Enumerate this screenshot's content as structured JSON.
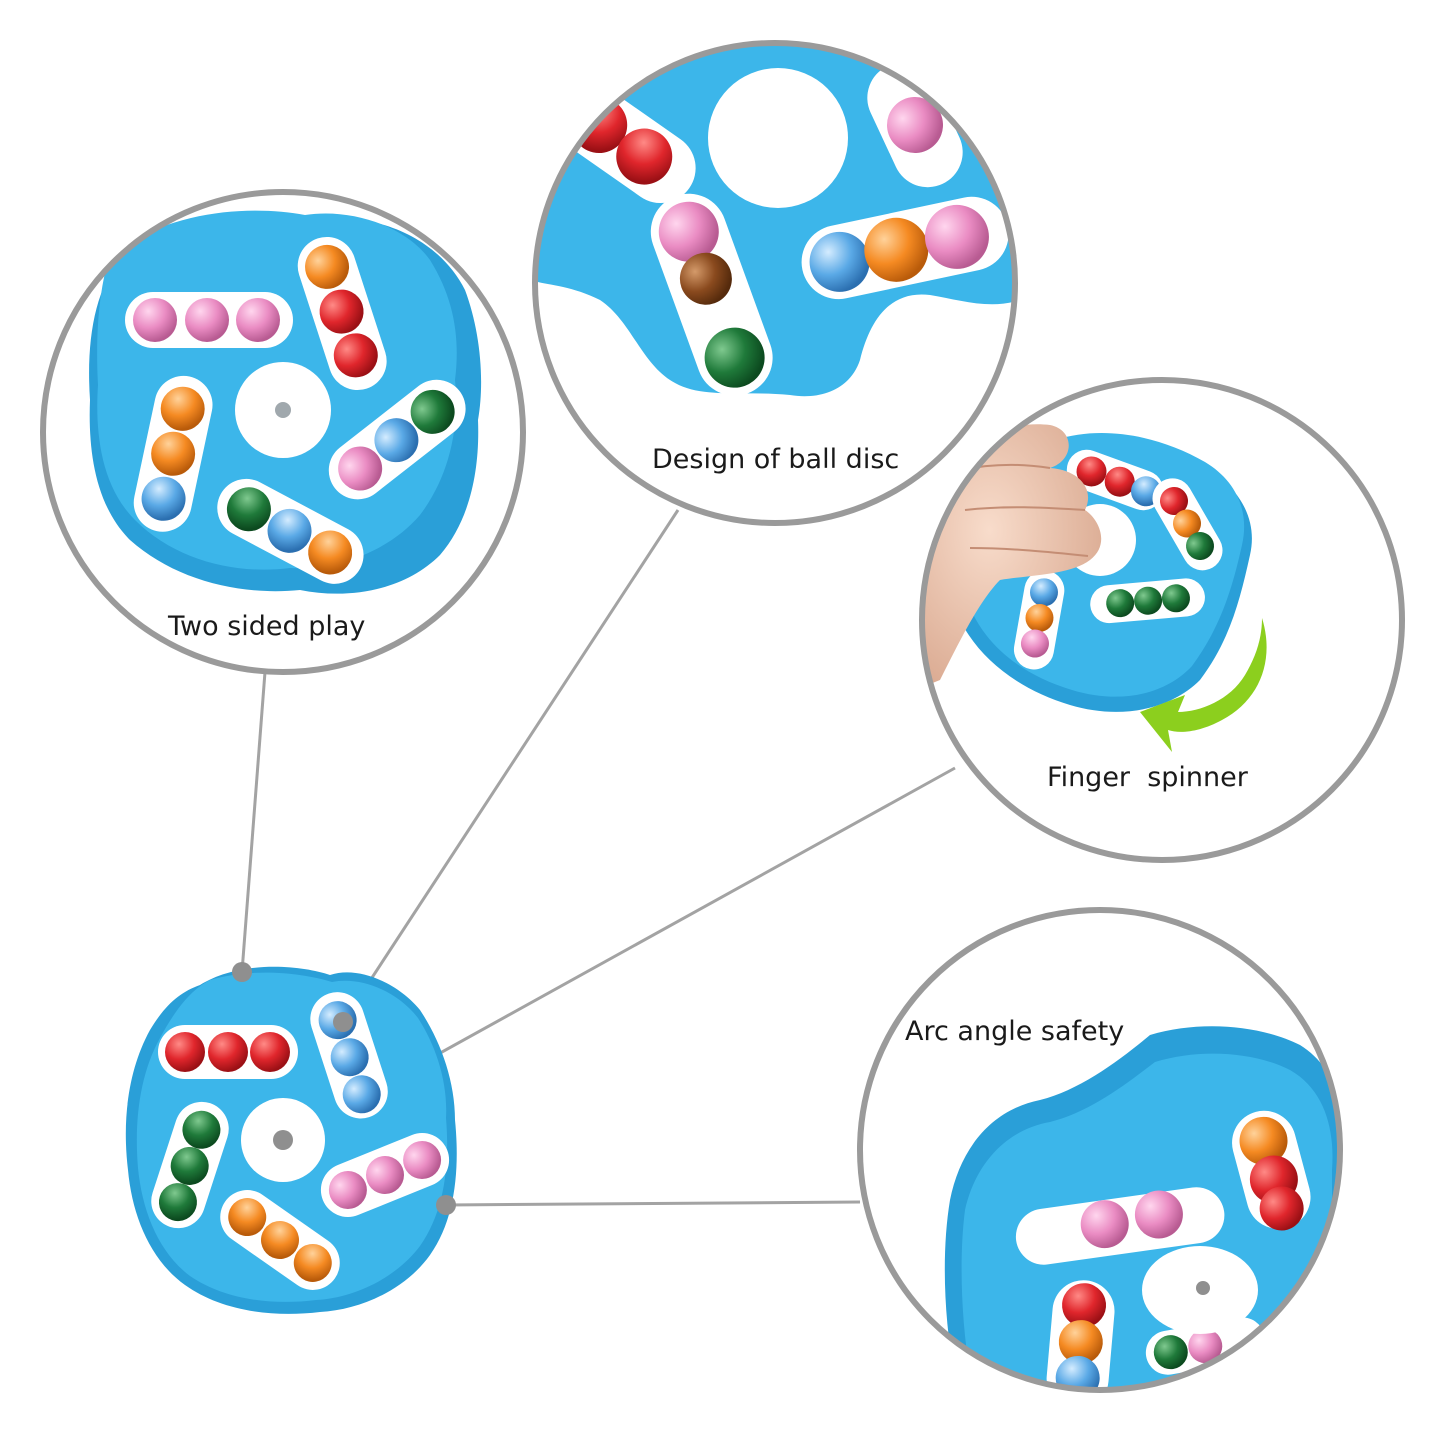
{
  "callouts": {
    "two_sided_play": "Two sided play",
    "ball_disc": "Design of ball disc",
    "finger_spinner": "Finger  spinner",
    "arc_angle": "Arc angle safety"
  },
  "colors": {
    "disc_blue": "#38b3e8",
    "disc_blue_dark": "#1f8fc4",
    "slot_white": "#ffffff",
    "ball_red": "#e0262c",
    "ball_pink": "#ea8cc3",
    "ball_orange": "#f58a22",
    "ball_blue": "#5aa9e6",
    "ball_green": "#1f7a3a",
    "arrow_green": "#8ccf1e",
    "circle_border": "#9a9a9a",
    "connector_line": "#a3a3a3"
  }
}
